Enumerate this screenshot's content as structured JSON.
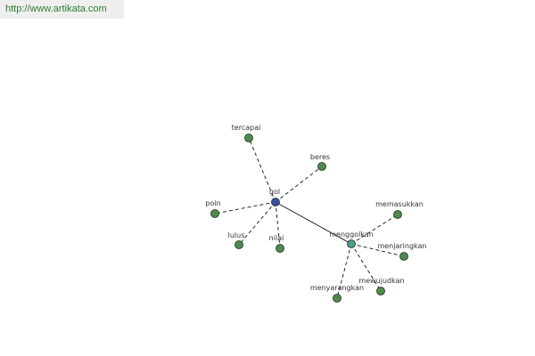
{
  "header": {
    "url_text": "http://www.artikata.com"
  },
  "colors": {
    "url_text": "#2e7d32",
    "url_background": "#efefef",
    "leaf_node_fill": "#4e8a4e",
    "center_node_fill": "#3a4fa0",
    "hub_node_fill": "#4e9a8e",
    "edge": "#111111",
    "label": "#333333"
  },
  "graph": {
    "center": {
      "id": "gol",
      "label": "gol"
    },
    "hub": {
      "id": "menggolkan",
      "label": "menggolkan"
    },
    "nodes": [
      {
        "id": "gol",
        "label": "gol",
        "kind": "center"
      },
      {
        "id": "tercapai",
        "label": "tercapai",
        "kind": "leaf"
      },
      {
        "id": "beres",
        "label": "beres",
        "kind": "leaf"
      },
      {
        "id": "poin",
        "label": "poin",
        "kind": "leaf"
      },
      {
        "id": "lulus",
        "label": "lulus",
        "kind": "leaf"
      },
      {
        "id": "nilai",
        "label": "nilai",
        "kind": "leaf"
      },
      {
        "id": "menggolkan",
        "label": "menggolkan",
        "kind": "hub"
      },
      {
        "id": "memasukkan",
        "label": "memasukkan",
        "kind": "leaf"
      },
      {
        "id": "menjaringkan",
        "label": "menjaringkan",
        "kind": "leaf"
      },
      {
        "id": "mewujudkan",
        "label": "mewujudkan",
        "kind": "leaf"
      },
      {
        "id": "menyarangkan",
        "label": "menyarangkan",
        "kind": "leaf"
      }
    ],
    "edges": [
      {
        "from": "gol",
        "to": "tercapai",
        "style": "dashed"
      },
      {
        "from": "gol",
        "to": "beres",
        "style": "dashed"
      },
      {
        "from": "gol",
        "to": "poin",
        "style": "dashed"
      },
      {
        "from": "gol",
        "to": "lulus",
        "style": "dashed"
      },
      {
        "from": "gol",
        "to": "nilai",
        "style": "dashed"
      },
      {
        "from": "gol",
        "to": "menggolkan",
        "style": "solid"
      },
      {
        "from": "menggolkan",
        "to": "memasukkan",
        "style": "dashed"
      },
      {
        "from": "menggolkan",
        "to": "menjaringkan",
        "style": "dashed"
      },
      {
        "from": "menggolkan",
        "to": "mewujudkan",
        "style": "dashed"
      },
      {
        "from": "menggolkan",
        "to": "menyarangkan",
        "style": "dashed"
      }
    ]
  }
}
